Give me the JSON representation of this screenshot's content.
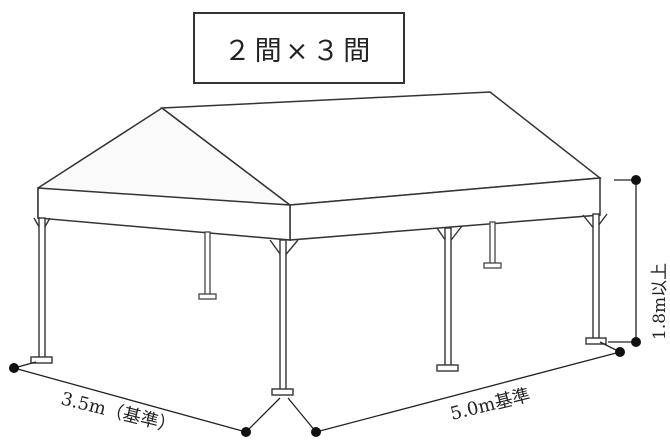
{
  "title": "２間×３間",
  "dimensions": {
    "height_label": "1.8m以上",
    "width_label": "3.5m（基準）",
    "length_label": "5.0m基準"
  }
}
